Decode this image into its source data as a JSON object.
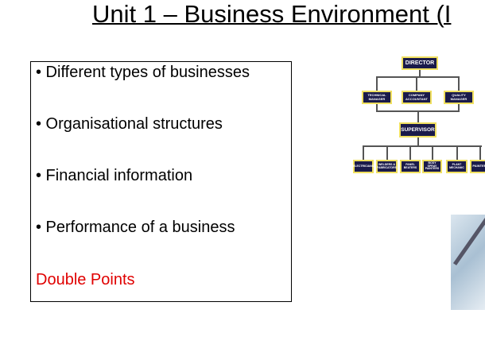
{
  "title": "Unit 1 – Business Environment (I",
  "bullets": [
    "• Different types of businesses",
    "• Organisational structures",
    "• Financial information",
    "• Performance of a business"
  ],
  "highlight": "Double Points",
  "org_chart": {
    "top": "DIRECTOR",
    "managers": [
      "TECHNICAL MANAGER",
      "COMPANY ACCOUNTANT",
      "QUALITY MANAGER"
    ],
    "middle": "SUPERVISOR",
    "staff": [
      "ELECTRICIANS",
      "WELDERS & FABRICATORS",
      "PANEL BEATERS",
      "BODY SPRAY PAINTERS",
      "PLANT MECHANIC",
      "PAINTER"
    ]
  }
}
